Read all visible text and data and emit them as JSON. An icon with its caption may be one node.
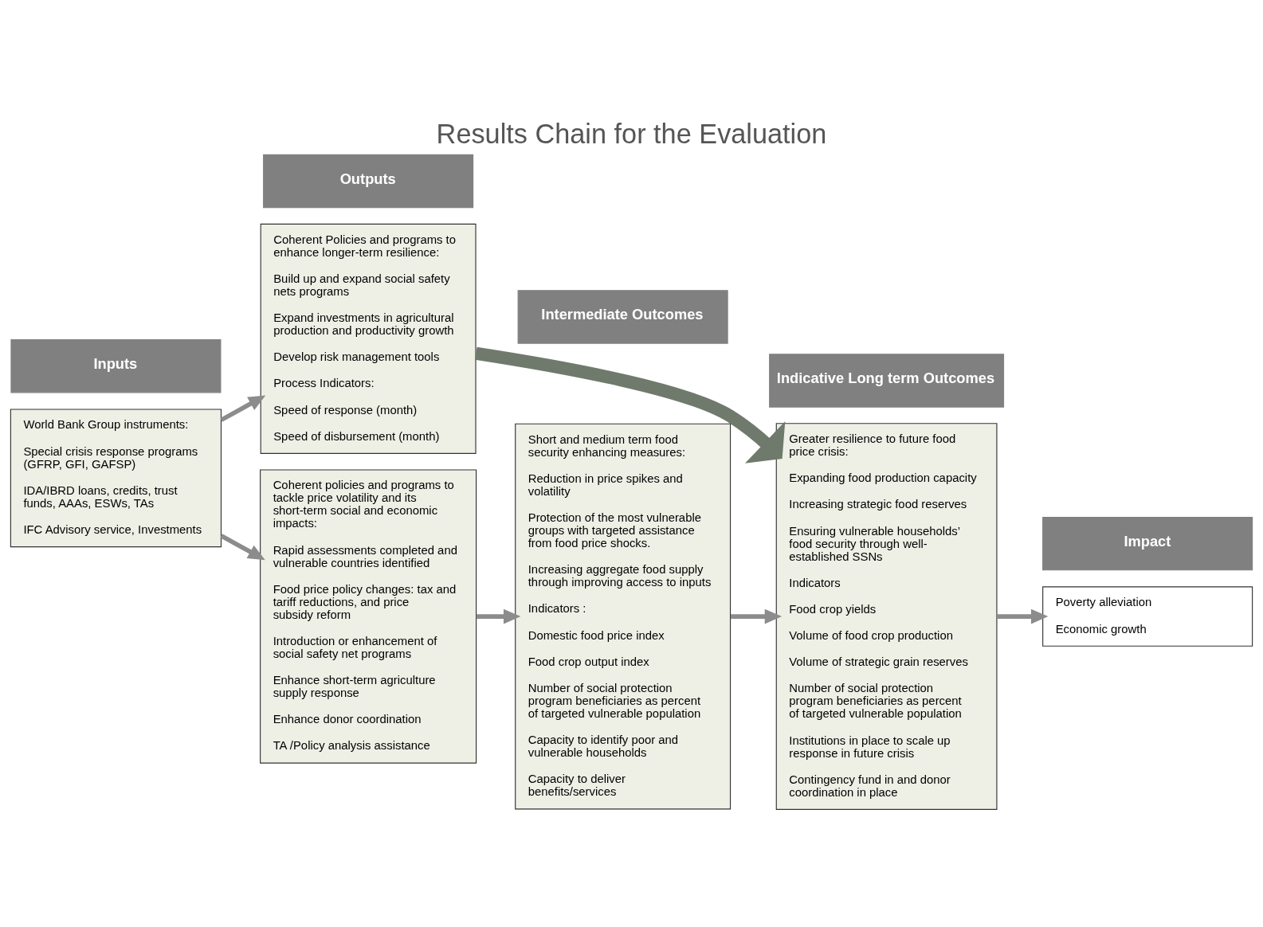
{
  "diagram": {
    "title": "Results Chain for the Evaluation",
    "nodes": [
      {
        "text": [
          "Inputs"
        ]
      },
      {
        "text": [
          "Outputs"
        ]
      },
      {
        "text": [
          "Intermediate Outcomes"
        ]
      },
      {
        "text": [
          "Indicative Long term Outcomes"
        ]
      },
      {
        "text": [
          "Impact"
        ]
      },
      {
        "text": [
          "World Bank Group instruments:",
          "Special crisis response programs (GFRP, GFI, GAFSP)",
          "IDA/IBRD loans, credits, trust funds, AAAs, ESWs, TAs",
          "IFC Advisory service, Investments"
        ]
      },
      {
        "text": [
          "Coherent policies and programs to tackle price volatility and its short-term social and economic impacts:",
          "Rapid assessments completed and vulnerable countries identified",
          "Food price policy changes: tax and tariff reductions, and price subsidy reform",
          "Introduction or enhancement of social safety net programs",
          "Enhance short-term agriculture supply response",
          "Enhance donor coordination",
          "TA /Policy analysis assistance"
        ]
      },
      {
        "text": [
          "Coherent Policies and programs to enhance longer-term resilience:",
          "Build up and expand social safety nets programs",
          "Expand investments in agricultural production and productivity growth",
          "Develop risk management tools",
          "Process Indicators:",
          "Speed of response (month)",
          "Speed of disbursement (month)"
        ]
      },
      {
        "text": [
          "Short and medium term food security enhancing measures:",
          "Reduction in price spikes and volatility",
          "Protection of the most vulnerable groups with targeted assistance from food price shocks.",
          "Increasing aggregate food supply through improving access to inputs",
          "Indicators :",
          "Domestic food price index",
          "Food crop output index",
          "Number of social protection program beneficiaries as percent of targeted vulnerable population",
          "Capacity to identify poor and vulnerable households",
          "Capacity to deliver benefits/services"
        ]
      },
      {
        "text": [
          "Greater resilience to future food price crisis:",
          "Expanding food production capacity",
          "Increasing strategic food reserves",
          "Ensuring vulnerable households’ food security through well-established SSNs",
          "Indicators",
          "Food crop yields",
          "Volume of food crop production",
          "Volume of strategic grain reserves",
          "Number of social protection program beneficiaries as percent of targeted vulnerable population",
          "Institutions in place to scale up response in future crisis",
          "Contingency fund in and donor coordination in place"
        ]
      },
      {
        "text": [
          "Poverty alleviation",
          "Economic growth"
        ]
      }
    ],
    "edges": [
      {
        "from": 5,
        "to": 6,
        "arrow": "to"
      },
      {
        "from": 5,
        "to": 7,
        "arrow": "to"
      },
      {
        "from": 6,
        "to": 8,
        "arrow": "to"
      },
      {
        "from": 8,
        "to": 9,
        "arrow": "to"
      },
      {
        "from": 9,
        "to": 10,
        "arrow": "to"
      },
      {
        "from": 7,
        "to": 9,
        "arrow": "to",
        "style": "thick",
        "color": "#6f7a6c"
      }
    ]
  }
}
